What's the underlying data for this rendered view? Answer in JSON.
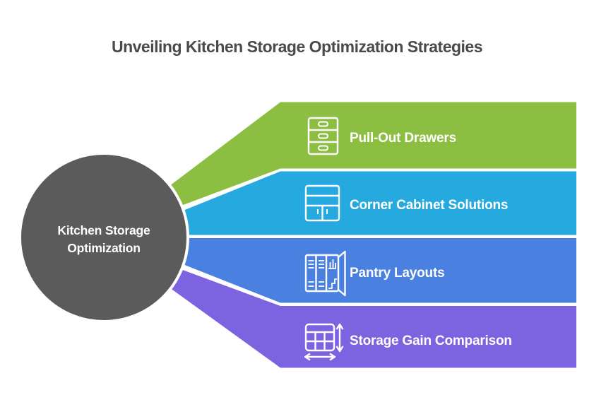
{
  "title": "Unveiling Kitchen Storage Optimization Strategies",
  "colors": {
    "background": "#FFFFFF",
    "title_text": "#4A4A4A",
    "band_text": "#FFFFFF"
  },
  "center": {
    "label_line1": "Kitchen Storage",
    "label_line2": "Optimization",
    "color": "#5B5B5B",
    "text_color": "#FFFFFF"
  },
  "sections": [
    {
      "label": "Pull-Out Drawers",
      "color": "#8CBF41",
      "icon": "drawer-cabinet-icon"
    },
    {
      "label": "Corner Cabinet Solutions",
      "color": "#25A9DF",
      "icon": "corner-cabinet-icon"
    },
    {
      "label": "Pantry Layouts",
      "color": "#4A80DF",
      "icon": "pantry-shelves-icon"
    },
    {
      "label": "Storage Gain Comparison",
      "color": "#7C63E0",
      "icon": "resize-grid-icon"
    }
  ]
}
